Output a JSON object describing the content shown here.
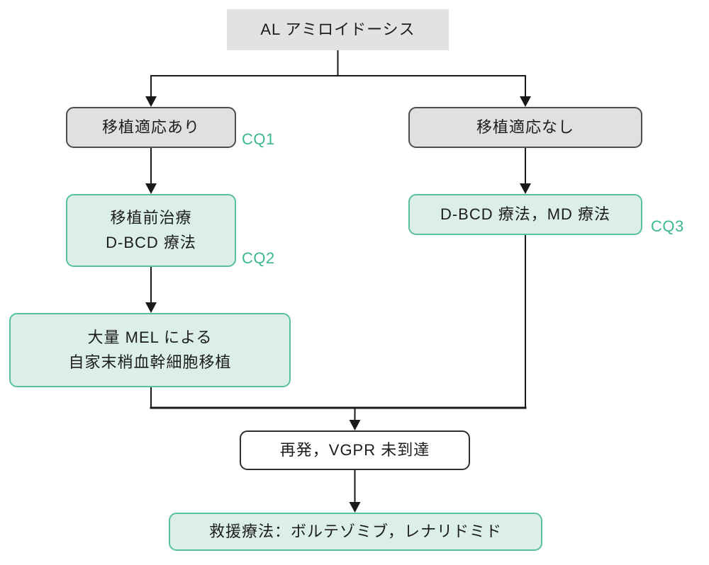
{
  "diagram_title": "AL amyloidosis treatment algorithm flowchart",
  "colors": {
    "gray_box_fill": "#e2e2e2",
    "gray_round_fill": "#e0e0e0",
    "gray_round_border": "#4d4d4d",
    "green_box_fill": "#dcefe7",
    "green_box_border": "#58c09e",
    "white_box_border": "#2e2e2e",
    "cq_label_color": "#3cb890",
    "connector_color": "#1a1a1a",
    "text_color": "#1c1c1c"
  },
  "nodes": {
    "root": {
      "label": "AL アミロイドーシス"
    },
    "transplant_eligible": {
      "label": "移植適応あり",
      "cq": "CQ1"
    },
    "transplant_ineligible": {
      "label": "移植適応なし"
    },
    "pre_transplant_therapy": {
      "line1": "移植前治療",
      "line2": "D-BCD 療法",
      "cq": "CQ2"
    },
    "auto_transplant": {
      "line1": "大量 MEL による",
      "line2": "自家末梢血幹細胞移植"
    },
    "ineligible_therapy": {
      "label": "D-BCD 療法，MD 療法",
      "cq": "CQ3"
    },
    "relapse": {
      "label": "再発，VGPR 未到達"
    },
    "salvage": {
      "label": "救援療法：ボルテゾミブ，レナリドミド"
    }
  }
}
